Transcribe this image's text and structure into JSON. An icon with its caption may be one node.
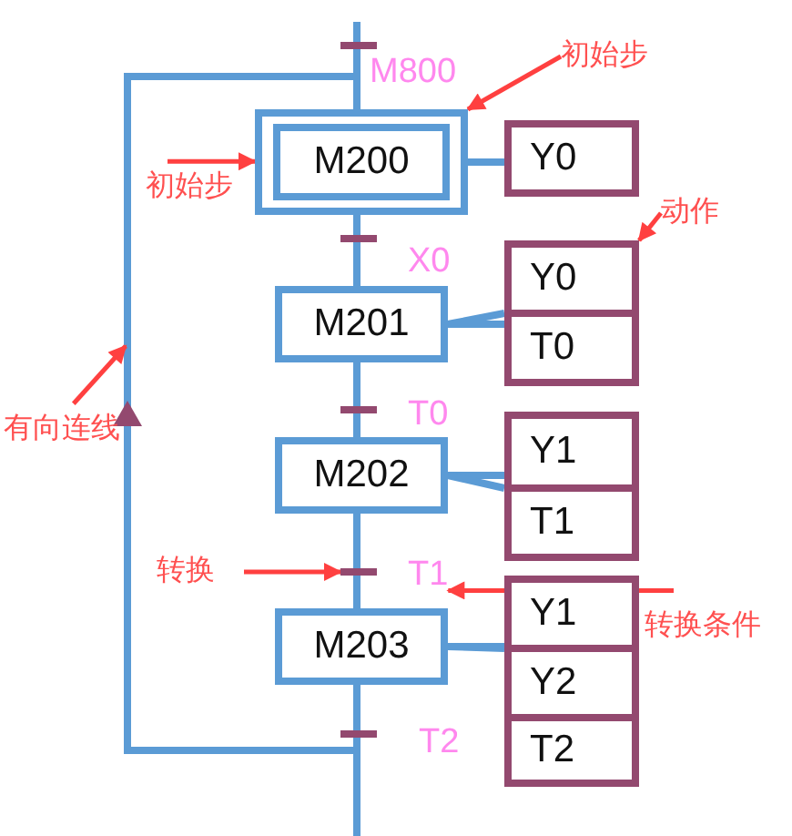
{
  "diagram": {
    "nodes": [
      {
        "text": [],
        "shape": "bar",
        "beside": [
          "M800"
        ]
      },
      {
        "text": [
          "M200"
        ]
      },
      {
        "text": [
          "Y0"
        ]
      },
      {
        "text": [],
        "shape": "bar",
        "beside": [
          "X0"
        ]
      },
      {
        "text": [
          "M201"
        ]
      },
      {
        "text": [
          "Y0"
        ]
      },
      {
        "text": [
          "T0"
        ]
      },
      {
        "text": [],
        "shape": "bar",
        "beside": [
          "T0"
        ]
      },
      {
        "text": [
          "M202"
        ]
      },
      {
        "text": [
          "Y1"
        ]
      },
      {
        "text": [
          "T1"
        ]
      },
      {
        "text": [],
        "shape": "bar",
        "beside": [
          "T1"
        ]
      },
      {
        "text": [
          "M203"
        ]
      },
      {
        "text": [
          "Y1"
        ]
      },
      {
        "text": [
          "Y2"
        ]
      },
      {
        "text": [
          "T2"
        ]
      },
      {
        "text": [],
        "shape": "bar",
        "beside": [
          "T2"
        ]
      },
      {
        "text": [
          "初始步"
        ]
      },
      {
        "text": [
          "初始步"
        ]
      },
      {
        "text": [
          "动作"
        ]
      },
      {
        "text": [
          "转换"
        ]
      },
      {
        "text": [
          "转换条件"
        ]
      },
      {
        "text": [
          "有向连线"
        ]
      }
    ],
    "edges": [
      {
        "from": null,
        "to": 0,
        "arrow": "none"
      },
      {
        "from": 0,
        "to": 1,
        "arrow": "none"
      },
      {
        "from": 1,
        "to": 3,
        "arrow": "none"
      },
      {
        "from": 3,
        "to": 4,
        "arrow": "none"
      },
      {
        "from": 4,
        "to": 7,
        "arrow": "none"
      },
      {
        "from": 7,
        "to": 8,
        "arrow": "none"
      },
      {
        "from": 8,
        "to": 11,
        "arrow": "none"
      },
      {
        "from": 11,
        "to": 12,
        "arrow": "none"
      },
      {
        "from": 12,
        "to": 16,
        "arrow": "none"
      },
      {
        "from": 16,
        "to": null,
        "arrow": "none"
      },
      {
        "from": 16,
        "to": 1,
        "arrow": "to"
      },
      {
        "from": 1,
        "to": 2,
        "arrow": "none"
      },
      {
        "from": 4,
        "to": 5,
        "arrow": "none"
      },
      {
        "from": 4,
        "to": 6,
        "arrow": "none"
      },
      {
        "from": 8,
        "to": 9,
        "arrow": "none"
      },
      {
        "from": 8,
        "to": 10,
        "arrow": "none"
      },
      {
        "from": 12,
        "to": 13,
        "arrow": "none"
      },
      {
        "from": 12,
        "to": 14,
        "arrow": "none"
      },
      {
        "from": 17,
        "to": 1,
        "arrow": "to",
        "color": "#ff4040"
      },
      {
        "from": 18,
        "to": 1,
        "arrow": "to",
        "color": "#ff4040"
      },
      {
        "from": 19,
        "to": 5,
        "arrow": "to",
        "color": "#ff4040"
      },
      {
        "from": 20,
        "to": 11,
        "arrow": "to",
        "color": "#ff4040"
      },
      {
        "from": 21,
        "to": 11,
        "arrow": "to",
        "color": "#ff4040"
      },
      {
        "from": 22,
        "to": null,
        "arrow": "to",
        "color": "#ff4040"
      }
    ]
  }
}
